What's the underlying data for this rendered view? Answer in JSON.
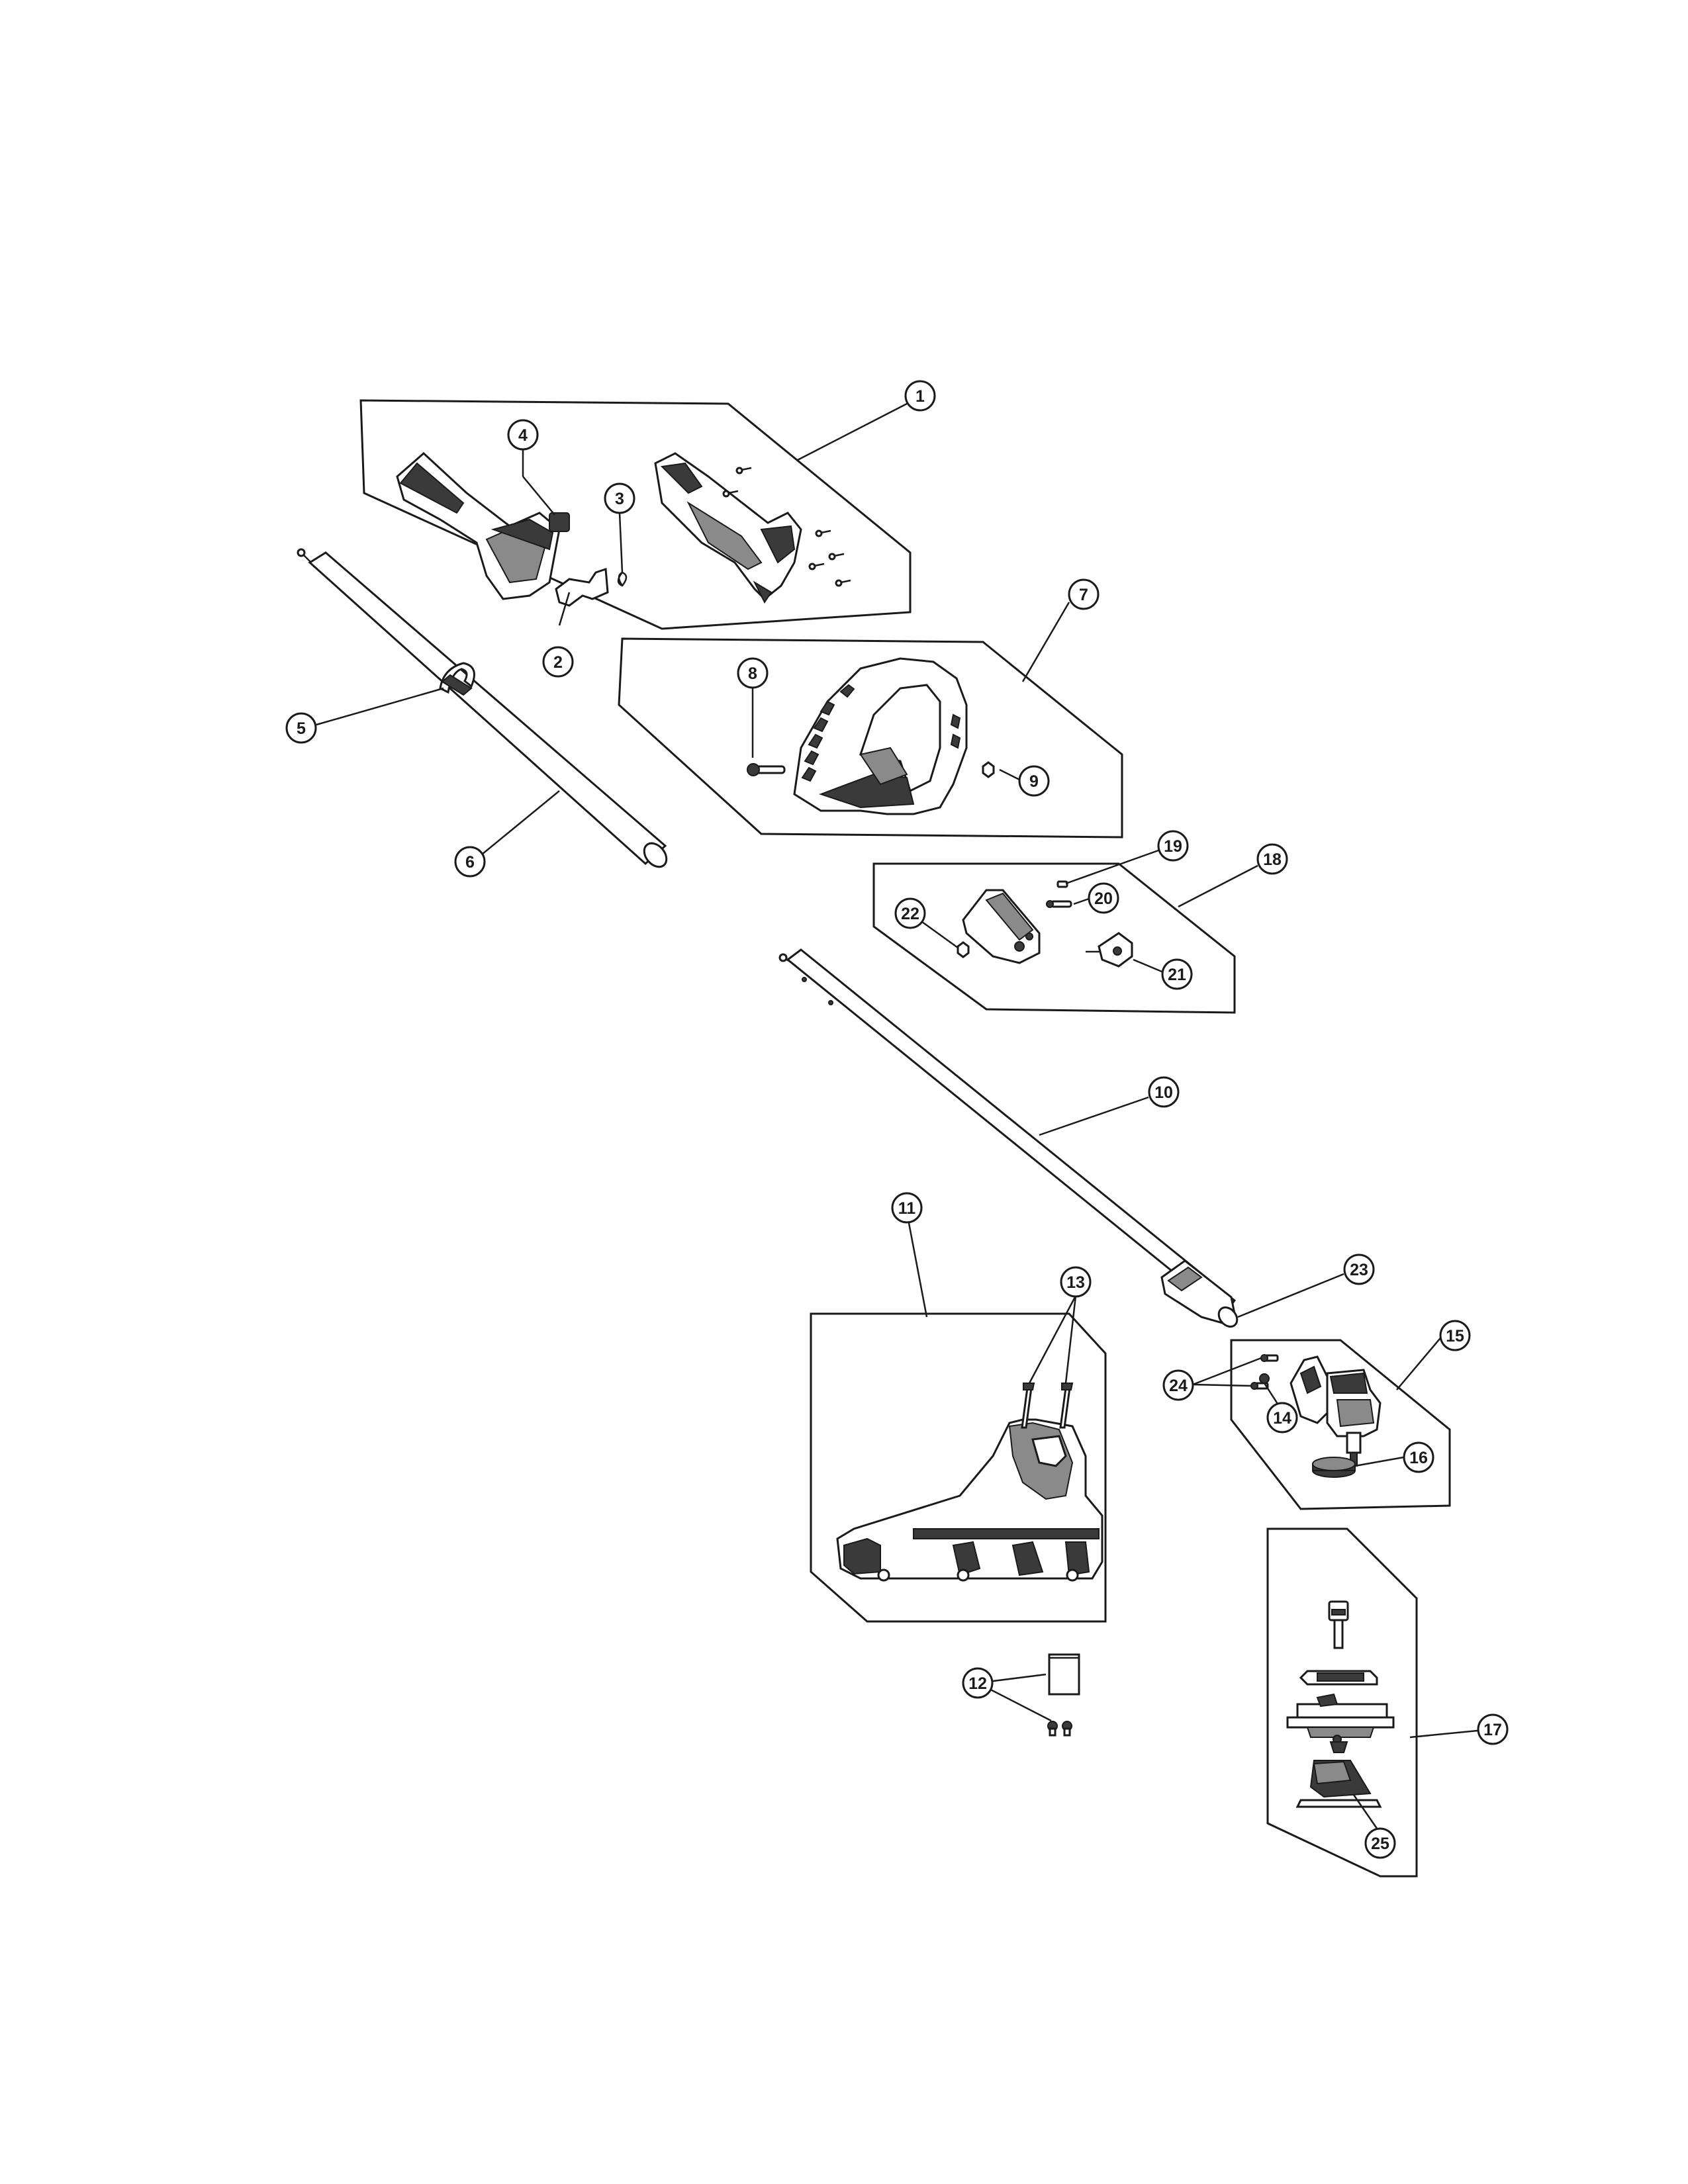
{
  "callouts": {
    "c1": "1",
    "c2": "2",
    "c3": "3",
    "c4": "4",
    "c5": "5",
    "c6": "6",
    "c7": "7",
    "c8": "8",
    "c9": "9",
    "c10": "10",
    "c11": "11",
    "c12": "12",
    "c13": "13",
    "c14": "14",
    "c15": "15",
    "c16": "16",
    "c17": "17",
    "c18": "18",
    "c19": "19",
    "c20": "20",
    "c21": "21",
    "c22": "22",
    "c23": "23",
    "c24": "24",
    "c25": "25"
  },
  "colors": {
    "line": "#1a1a1a",
    "fill_dark": "#3a3a3a",
    "fill_mid": "#8a8a8a",
    "paper": "#ffffff"
  }
}
